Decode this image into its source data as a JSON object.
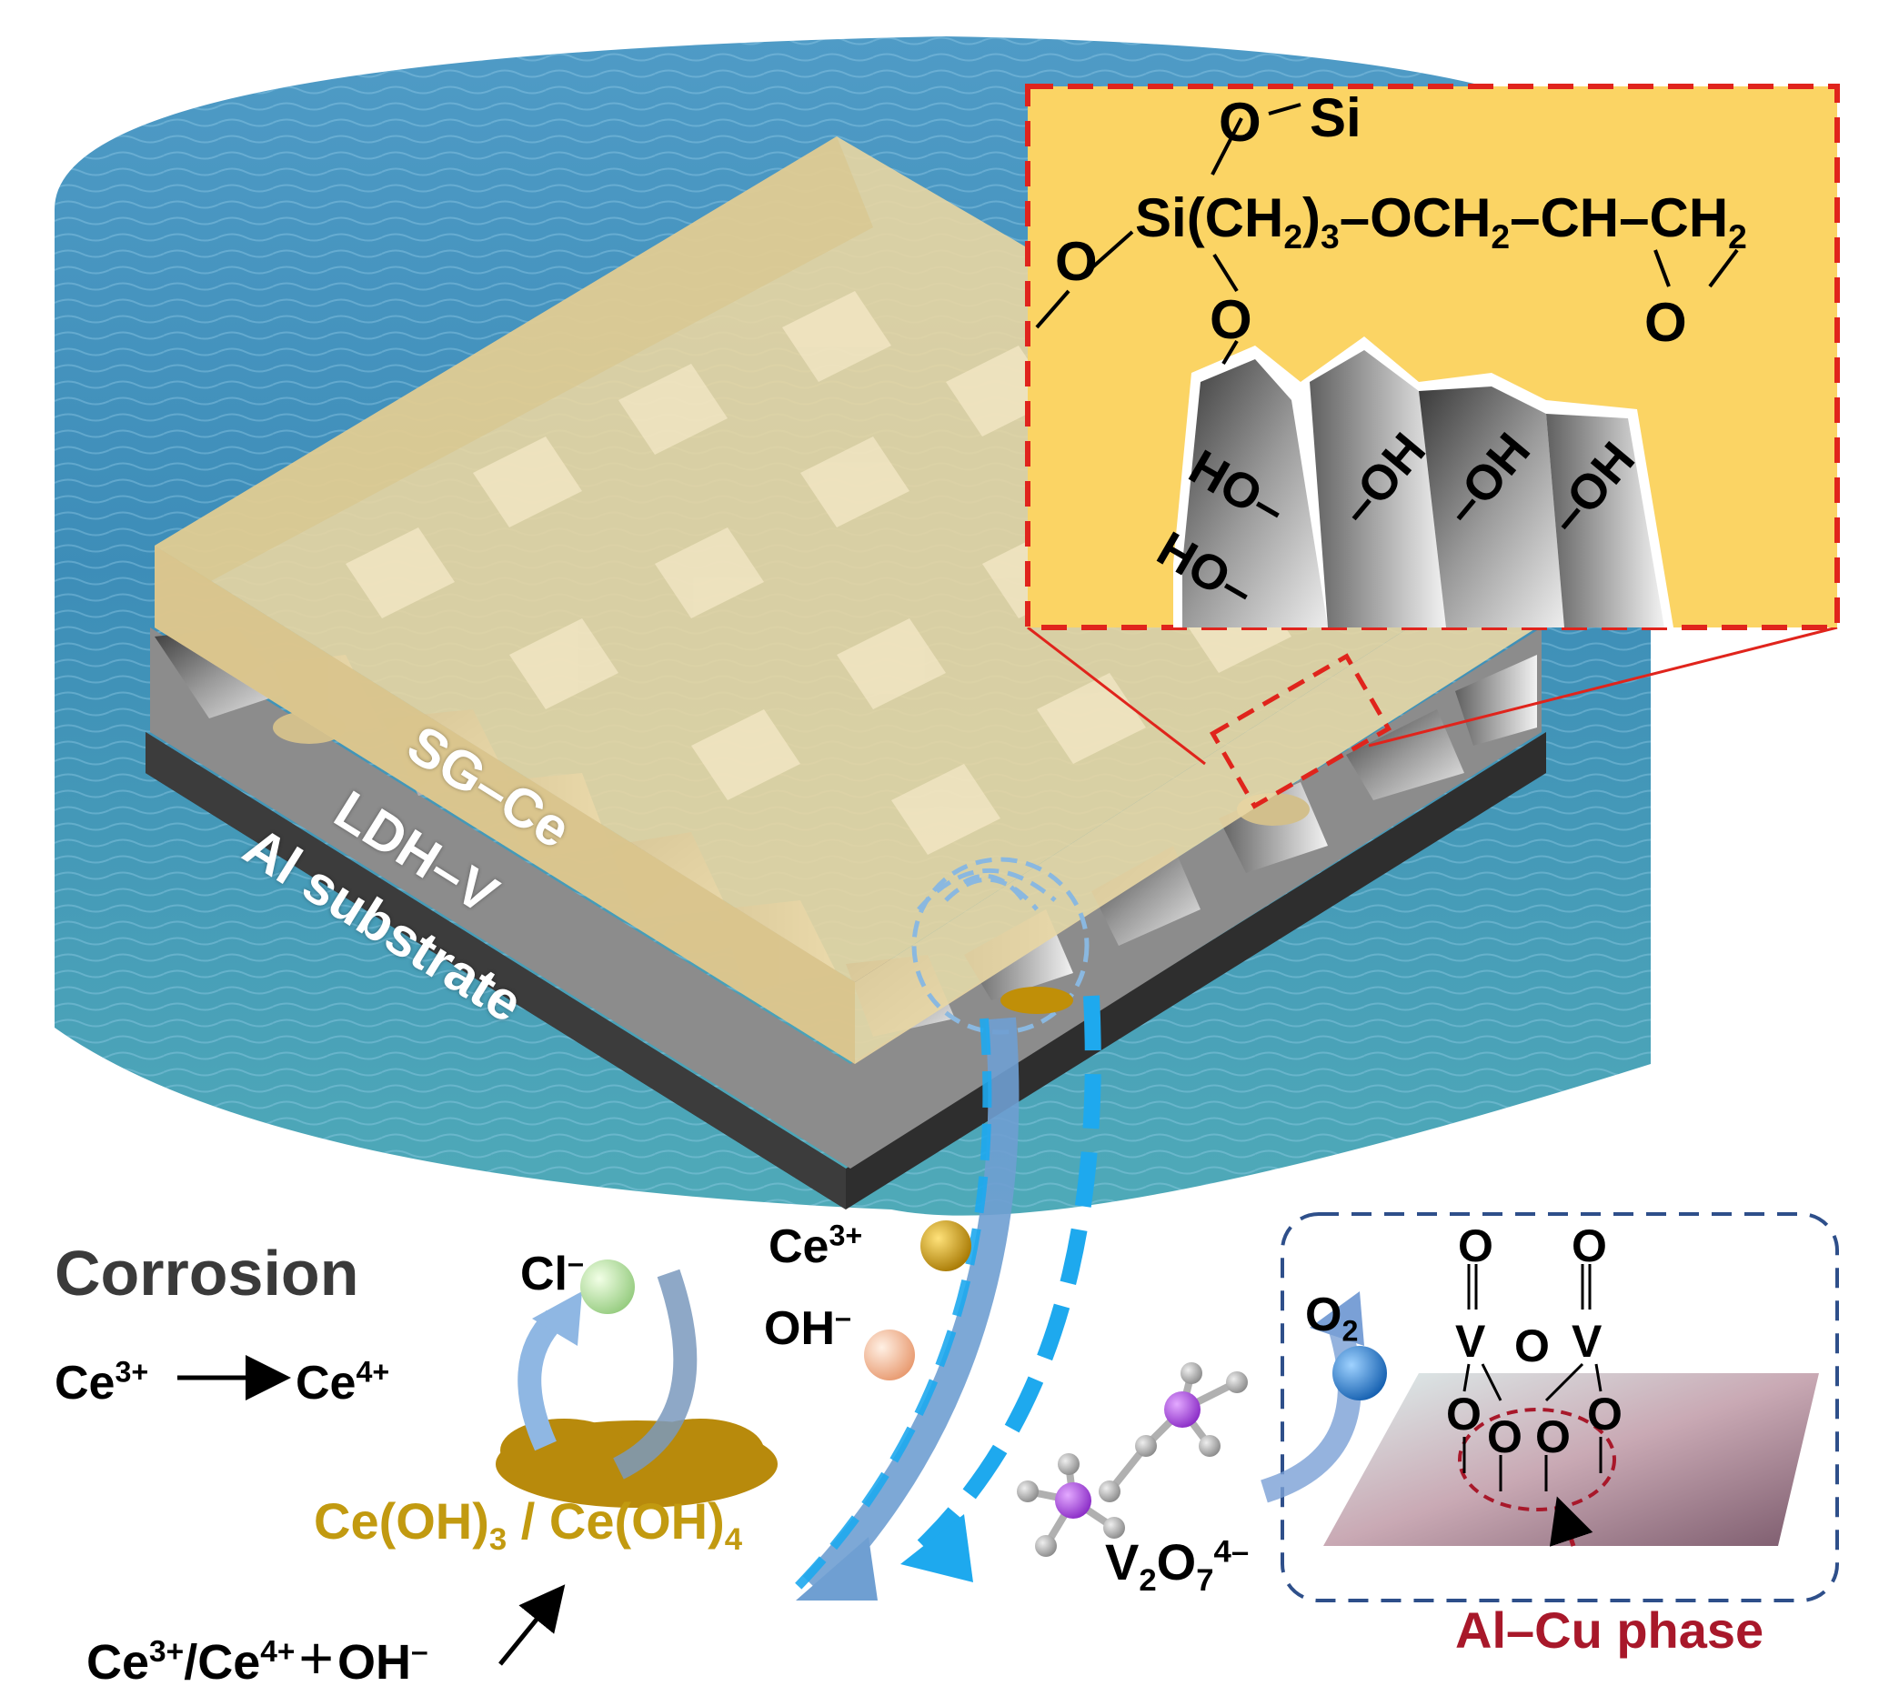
{
  "layers": {
    "top": "SG–Ce",
    "middle": "LDH–V",
    "bottom": "Al substrate"
  },
  "inset_top": {
    "o_si_o": "O",
    "o_si_si": "Si",
    "o_left": "O",
    "si_core": "Si(CH",
    "sub_2a": "2",
    "paren_3": ")",
    "sub_3": "3",
    "och2": "–OCH",
    "sub_2b": "2",
    "ch": "–CH–CH",
    "sub_2c": "2",
    "epoxy_o": "O",
    "o_bottom": "O",
    "hydroxyls": [
      "HO–",
      "–OH",
      "–OH",
      "–OH",
      "HO–"
    ]
  },
  "left_panel": {
    "title": "Corrosion",
    "ce3_base": "Ce",
    "ce3_sup": "3+",
    "ce4_base": "Ce",
    "ce4_sup": "4+",
    "cl_base": "Cl",
    "cl_sup": "–",
    "precipitate_a": "Ce(OH)",
    "precipitate_sub_a": "3",
    "precipitate_sep": " / Ce(OH)",
    "precipitate_sub_b": "4",
    "reaction_ce3": "Ce",
    "reaction_ce3_sup": "3+",
    "reaction_slash": "/Ce",
    "reaction_ce4_sup": "4+",
    "reaction_plus": "+",
    "reaction_oh": "OH",
    "reaction_oh_sup": "–"
  },
  "middle_panel": {
    "ce_ion": "Ce",
    "ce_ion_sup": "3+",
    "oh_ion": "OH",
    "oh_ion_sup": "–",
    "vanadate_base": "V",
    "vanadate_sub1": "2",
    "vanadate_o": "O",
    "vanadate_sub2": "7",
    "vanadate_sup": "4–"
  },
  "right_panel": {
    "o2_base": "O",
    "o2_sub": "2",
    "v_labels": [
      "V",
      "V"
    ],
    "o_labels": [
      "O",
      "O",
      "O",
      "O",
      "O",
      "O",
      "O"
    ],
    "phase_label": "Al–Cu phase"
  },
  "colors": {
    "gold": "#c29a10",
    "ce_ball": "#c08f08",
    "oh_ball": "#f0b48e",
    "cl_ball": "#b5dfa2",
    "o2_ball": "#2a7fd0",
    "arrow_blue": "#1ea9ee",
    "inset_red": "#e0241c",
    "inset_bg": "#fbd464",
    "phase_red": "#a8182a",
    "water": "#3e8fb8",
    "text_dark": "#3a3a3a"
  }
}
